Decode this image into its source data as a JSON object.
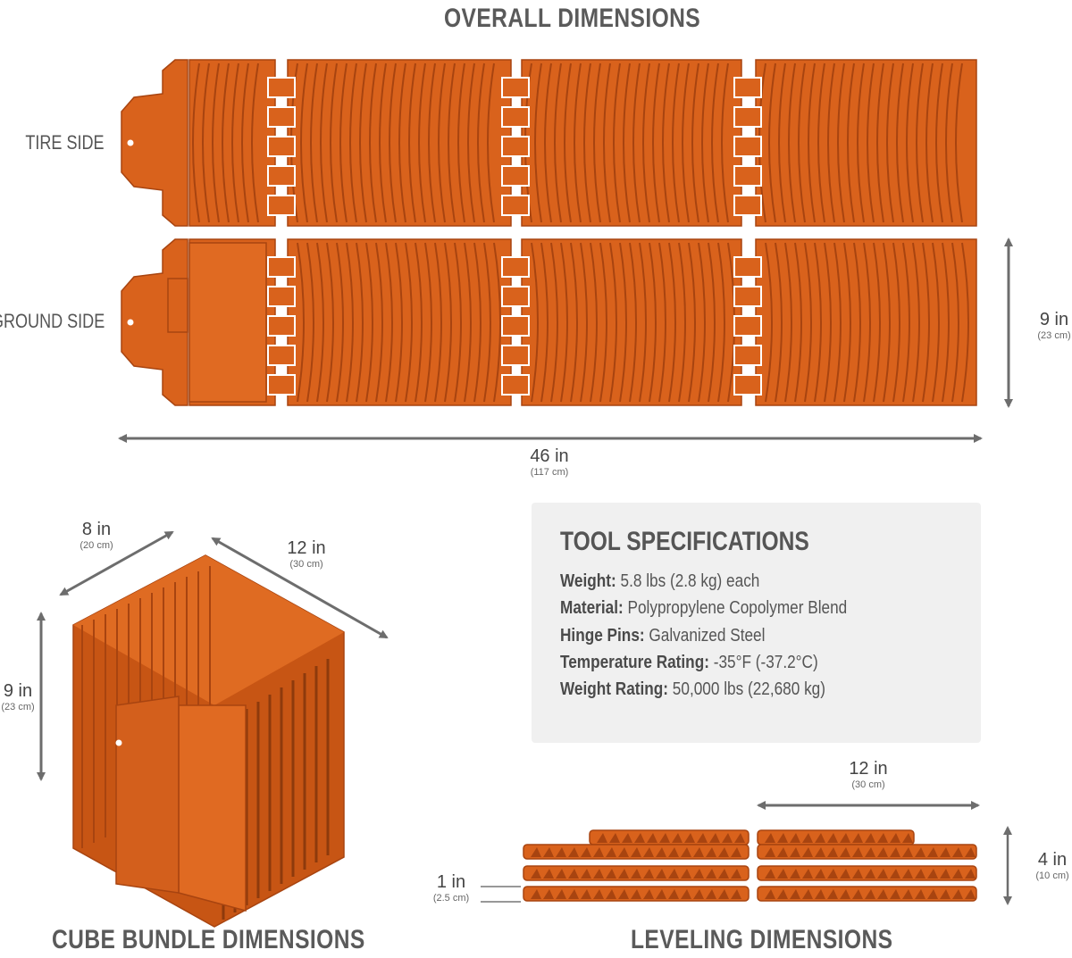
{
  "headings": {
    "overall": "OVERALL DIMENSIONS",
    "cube": "CUBE BUNDLE DIMENSIONS",
    "leveling": "LEVELING DIMENSIONS"
  },
  "side_labels": {
    "tire": "TIRE SIDE",
    "ground": "GROUND SIDE"
  },
  "dimensions": {
    "overall_height": {
      "main": "9 in",
      "sub": "(23 cm)"
    },
    "overall_length": {
      "main": "46 in",
      "sub": "(117 cm)"
    },
    "cube_width": {
      "main": "8 in",
      "sub": "(20 cm)"
    },
    "cube_depth": {
      "main": "12 in",
      "sub": "(30 cm)"
    },
    "cube_height": {
      "main": "9 in",
      "sub": "(23 cm)"
    },
    "level_length": {
      "main": "12 in",
      "sub": "(30 cm)"
    },
    "level_step": {
      "main": "1 in",
      "sub": "(2.5 cm)"
    },
    "level_height": {
      "main": "4 in",
      "sub": "(10 cm)"
    }
  },
  "specs": {
    "title": "TOOL SPECIFICATIONS",
    "rows": [
      {
        "label": "Weight:",
        "value": " 5.8 lbs (2.8 kg) each"
      },
      {
        "label": "Material:",
        "value": " Polypropylene Copolymer Blend"
      },
      {
        "label": "Hinge Pins:",
        "value": " Galvanized Steel"
      },
      {
        "label": "Temperature Rating:",
        "value": " -35°F (-37.2°C)"
      },
      {
        "label": "Weight Rating:",
        "value": " 50,000 lbs (22,680 kg)"
      }
    ]
  },
  "colors": {
    "product_orange": "#d9621c",
    "product_dark": "#a84410",
    "arrow_gray": "#6d6d6d",
    "panel_bg": "#f0f0f0"
  }
}
